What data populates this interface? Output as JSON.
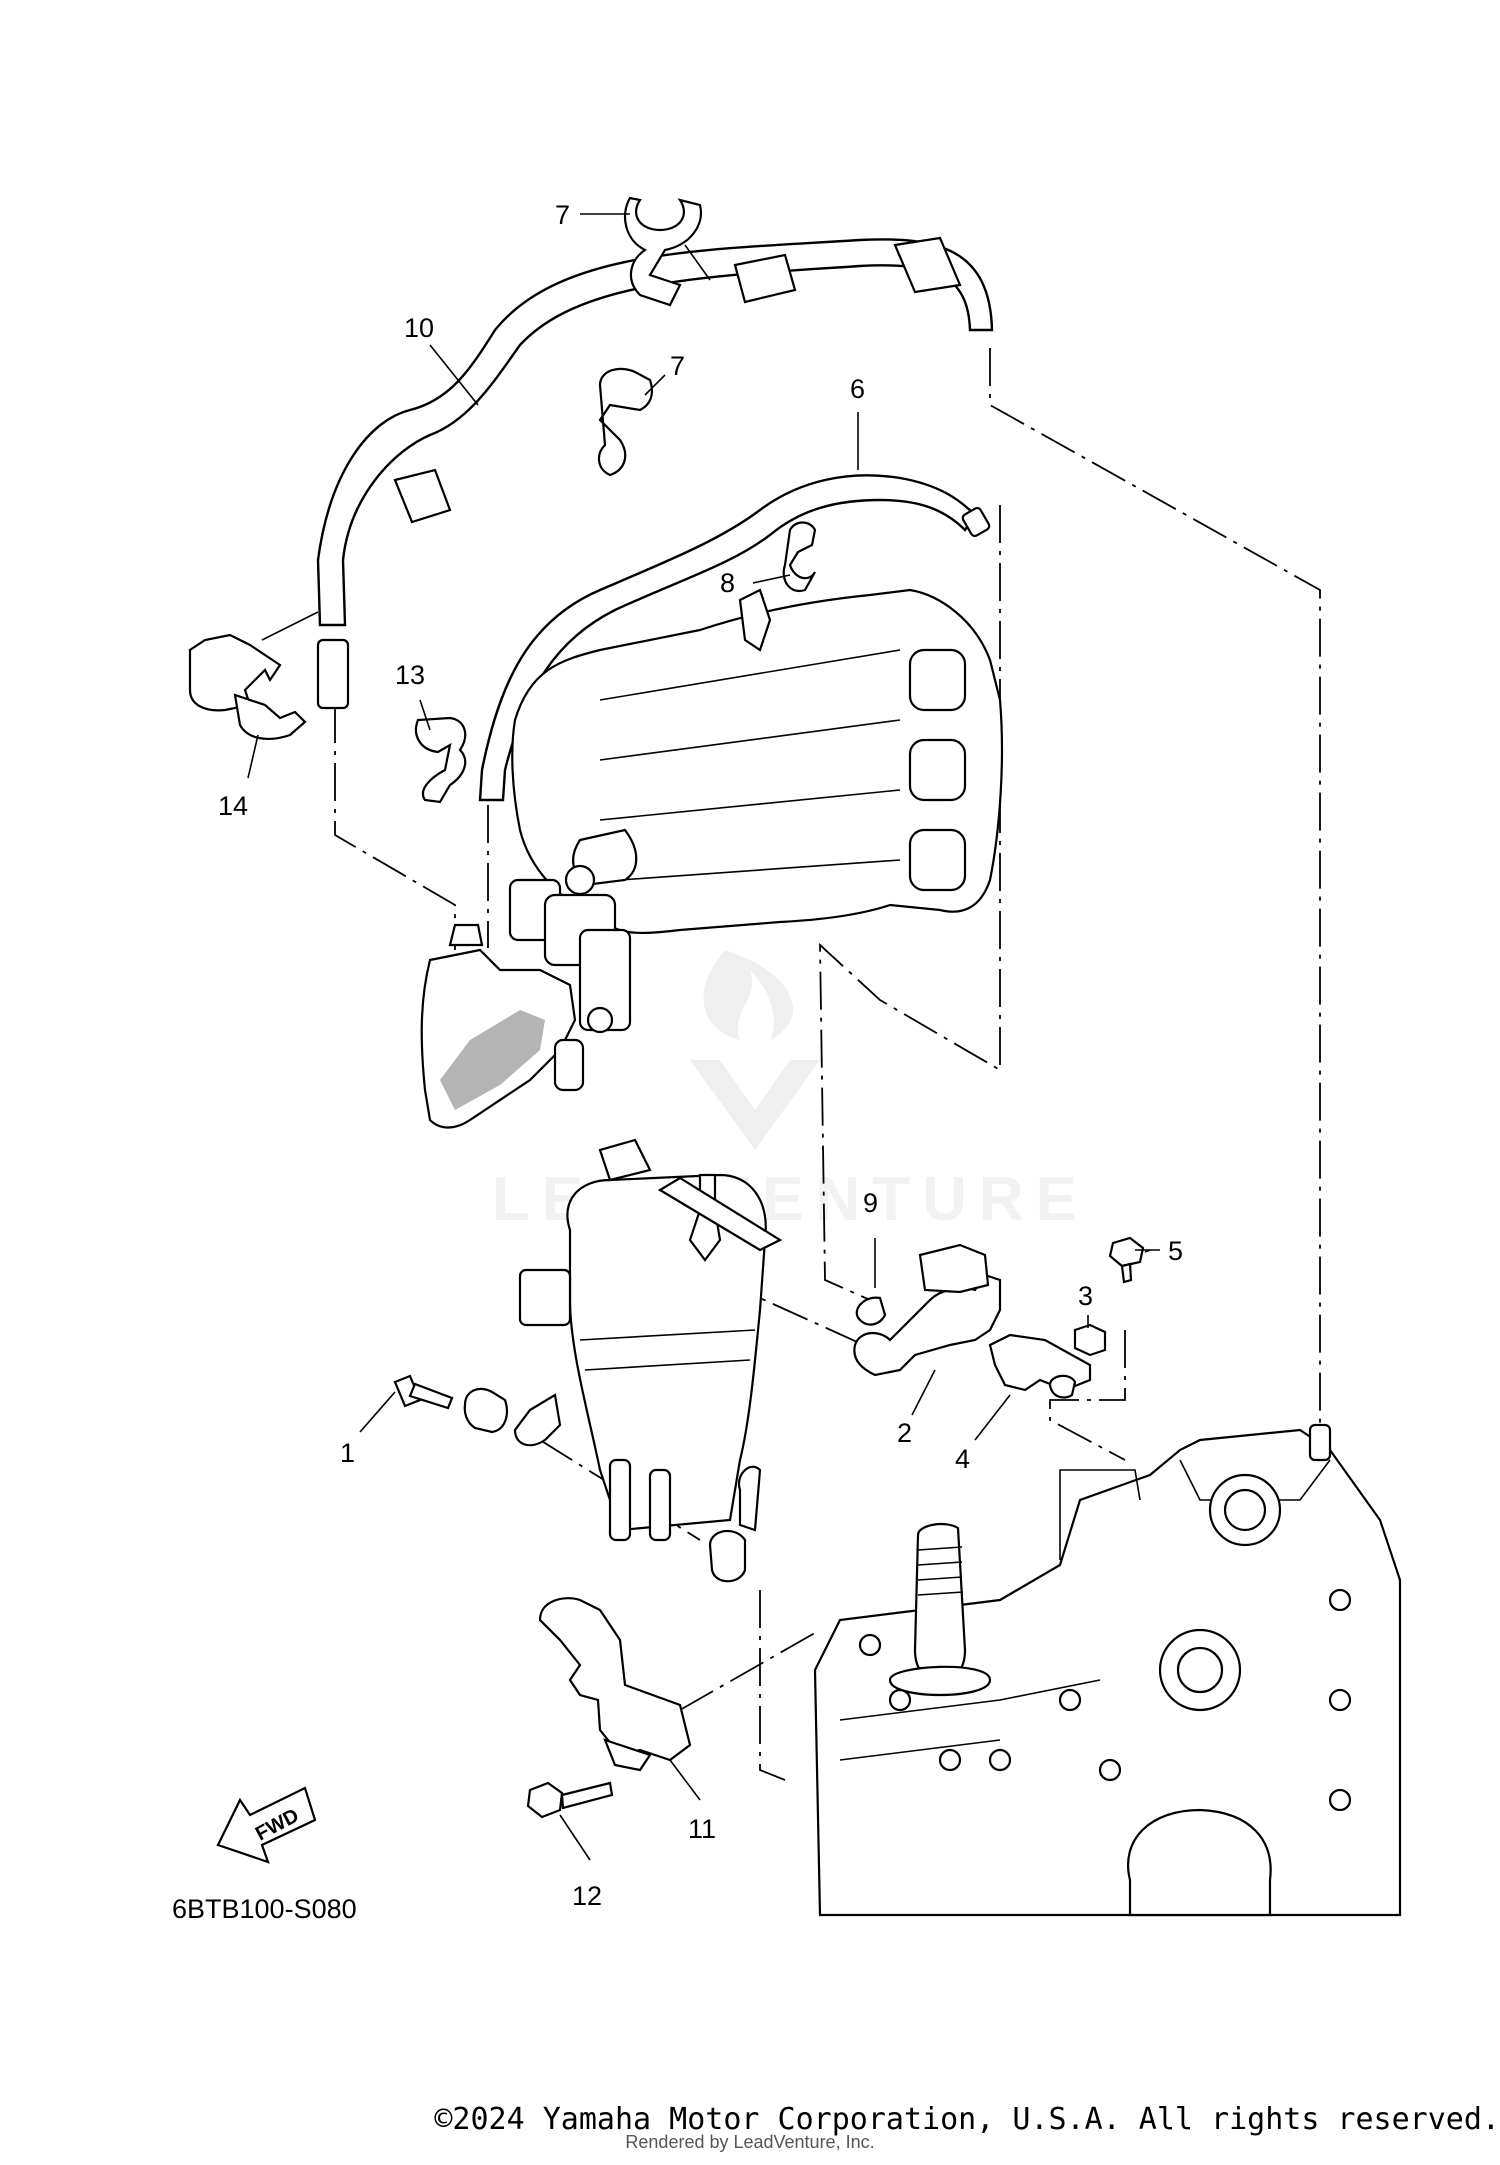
{
  "diagram": {
    "code": "6BTB100-S080",
    "fwd_label": "FWD",
    "watermark": "LEADVENTURE",
    "callouts": [
      "1",
      "2",
      "3",
      "4",
      "5",
      "6",
      "7",
      "7",
      "8",
      "9",
      "10",
      "11",
      "12",
      "13",
      "14"
    ]
  },
  "footer": {
    "copyright": "©2024 Yamaha Motor Corporation, U.S.A. All rights reserved.",
    "rendered_by": "Rendered by LeadVenture, Inc."
  }
}
